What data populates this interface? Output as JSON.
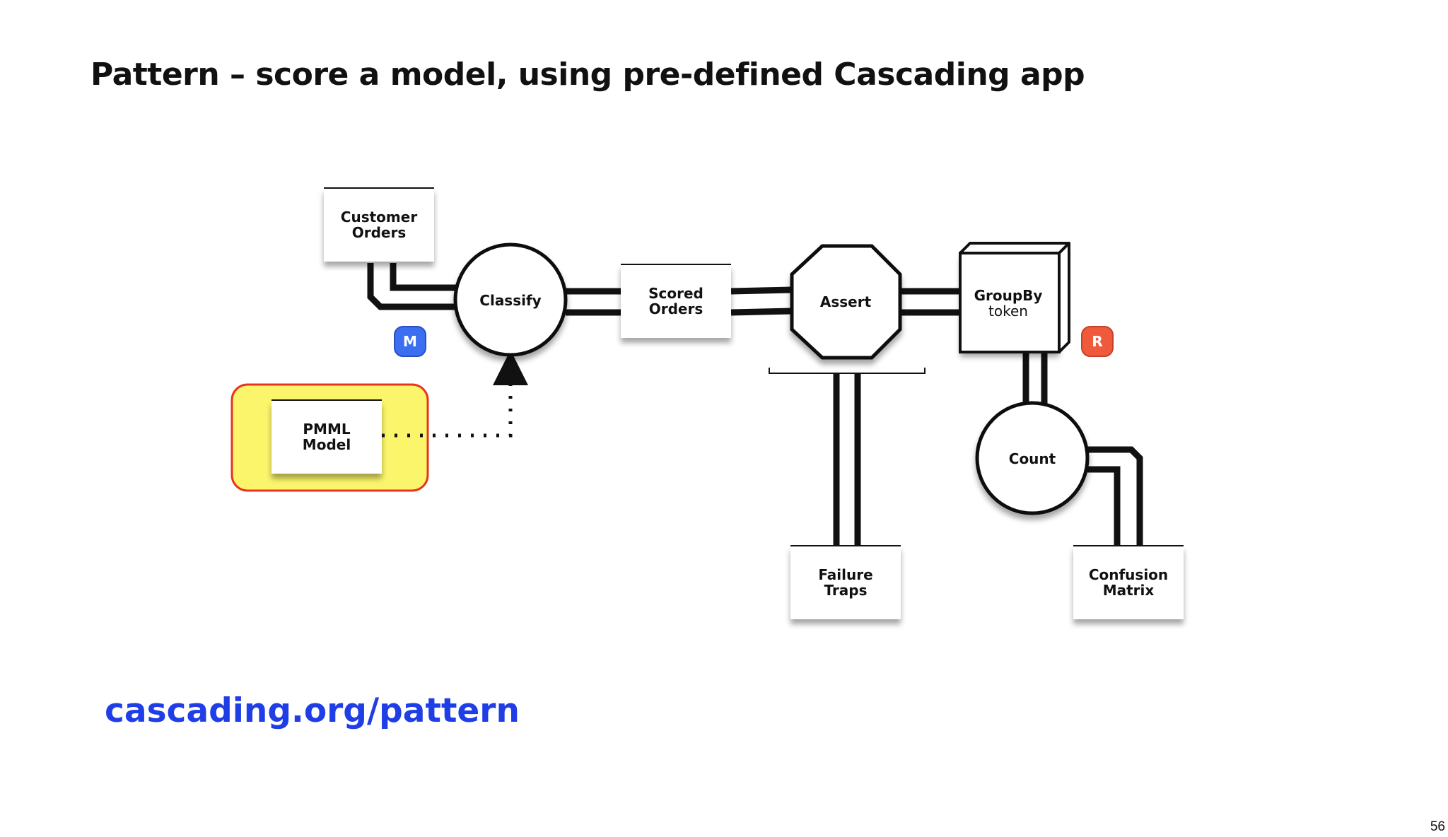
{
  "slide": {
    "title": "Pattern – score a model, using pre-defined Cascading app",
    "link": "cascading.org/pattern",
    "page_number": "56"
  },
  "nodes": {
    "customer_orders": {
      "line1": "Customer",
      "line2": "Orders"
    },
    "classify": {
      "label": "Classify"
    },
    "scored_orders": {
      "line1": "Scored",
      "line2": "Orders"
    },
    "assert": {
      "label": "Assert"
    },
    "groupby": {
      "line1": "GroupBy",
      "line2": "token"
    },
    "count": {
      "label": "Count"
    },
    "pmml_model": {
      "line1": "PMML",
      "line2": "Model"
    },
    "failure_traps": {
      "line1": "Failure",
      "line2": "Traps"
    },
    "confusion_matrix": {
      "line1": "Confusion",
      "line2": "Matrix"
    }
  },
  "badges": {
    "map": {
      "label": "M",
      "color": "#3c6ff0"
    },
    "reduce": {
      "label": "R",
      "color": "#f05a3c"
    }
  },
  "colors": {
    "highlight_fill": "#fbf56b",
    "highlight_border": "#e8341f",
    "link": "#1f3ee6"
  }
}
